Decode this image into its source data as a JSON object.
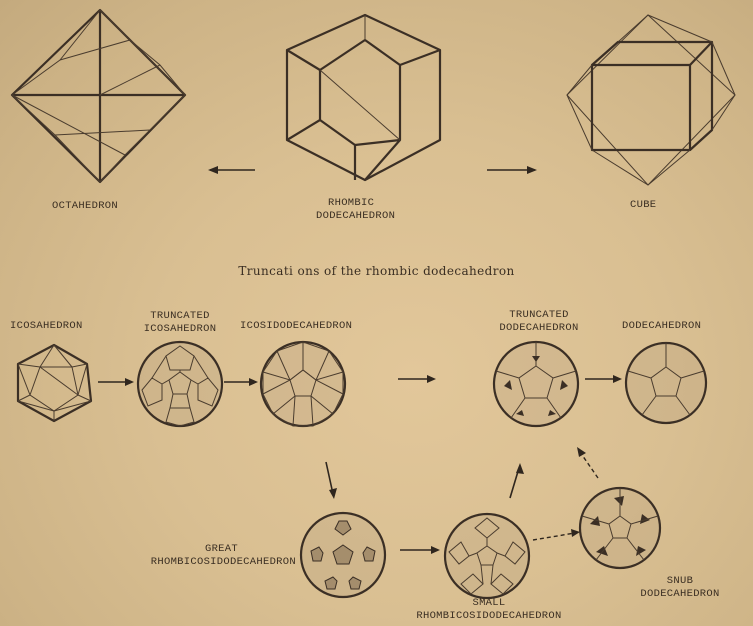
{
  "top_labels": {
    "octahedron": "OCTAHEDRON",
    "rhombic": "RHOMBIC",
    "dodecahedron": "DODECAHEDRON",
    "cube": "CUBE"
  },
  "caption": "Truncati ons of the rhombic dodecahedron",
  "bottom_labels": {
    "icosahedron": "ICOSAHEDRON",
    "truncated_ico_1": "TRUNCATED",
    "truncated_ico_2": "ICOSAHEDRON",
    "icosidodecahedron": "ICOSIDODECAHEDRON",
    "truncated_dod_1": "TRUNCATED",
    "truncated_dod_2": "DODECAHEDRON",
    "dodecahedron": "DODECAHEDRON",
    "great_1": "GREAT",
    "great_2": "RHOMBICOSIDODECAHEDRON",
    "small_1": "SMALL",
    "small_2": "RHOMBICOSIDODECAHEDRON",
    "snub_1": "SNUB",
    "snub_2": "DODECAHEDRON"
  }
}
